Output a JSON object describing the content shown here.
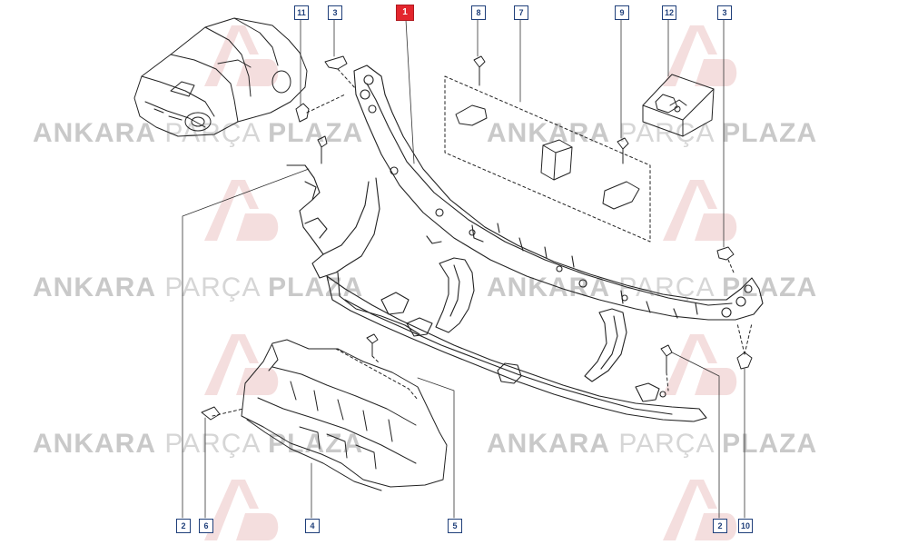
{
  "watermark": {
    "brand": {
      "part1": "ANKARA",
      "part2": "PARÇA",
      "part3": "PLAZA"
    },
    "logo_icon": "ap-monogram-icon",
    "colors": {
      "text": "#cccccc",
      "logo": "#f3dcdc"
    }
  },
  "callouts": {
    "main": "1",
    "n11": "11",
    "n3_top_left": "3",
    "n8": "8",
    "n7": "7",
    "n9": "9",
    "n12": "12",
    "n3_top_right": "3",
    "n2_left": "2",
    "n6": "6",
    "n4": "4",
    "n5": "5",
    "n2_right": "2",
    "n10": "10"
  },
  "colors": {
    "callout_border": "#1f3f7a",
    "callout_main": "#e3262d",
    "line": "#222222"
  }
}
